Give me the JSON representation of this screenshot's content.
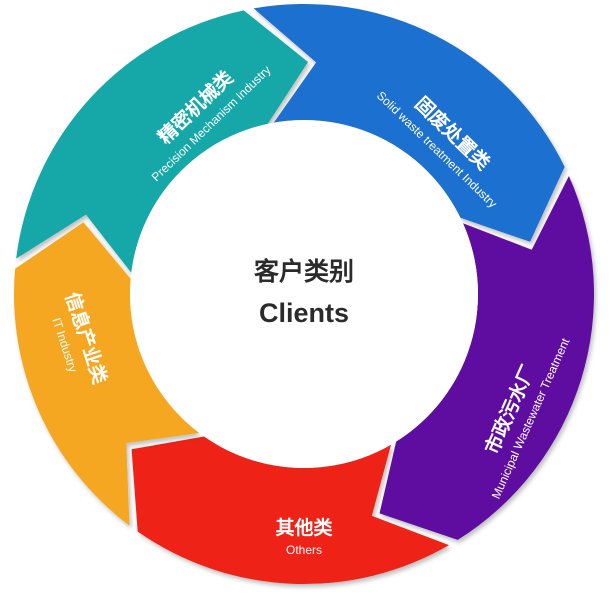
{
  "center": {
    "title_zh": "客户类别",
    "title_en": "Clients"
  },
  "segments": [
    {
      "zh": "精密机械类",
      "en": "Precision Mechanism Industry",
      "color": "#17a8a8"
    },
    {
      "zh": "固废处置类",
      "en": "Solid waste treatment Industry",
      "color": "#1e6fcf"
    },
    {
      "zh": "市政污水厂",
      "en": "Municipal Wastewater Treatment",
      "color": "#5e0fa0"
    },
    {
      "zh": "其他类",
      "en": "Others",
      "color": "#ee2418"
    },
    {
      "zh": "信息产业类",
      "en": "IT Industry",
      "color": "#f6a721"
    }
  ]
}
